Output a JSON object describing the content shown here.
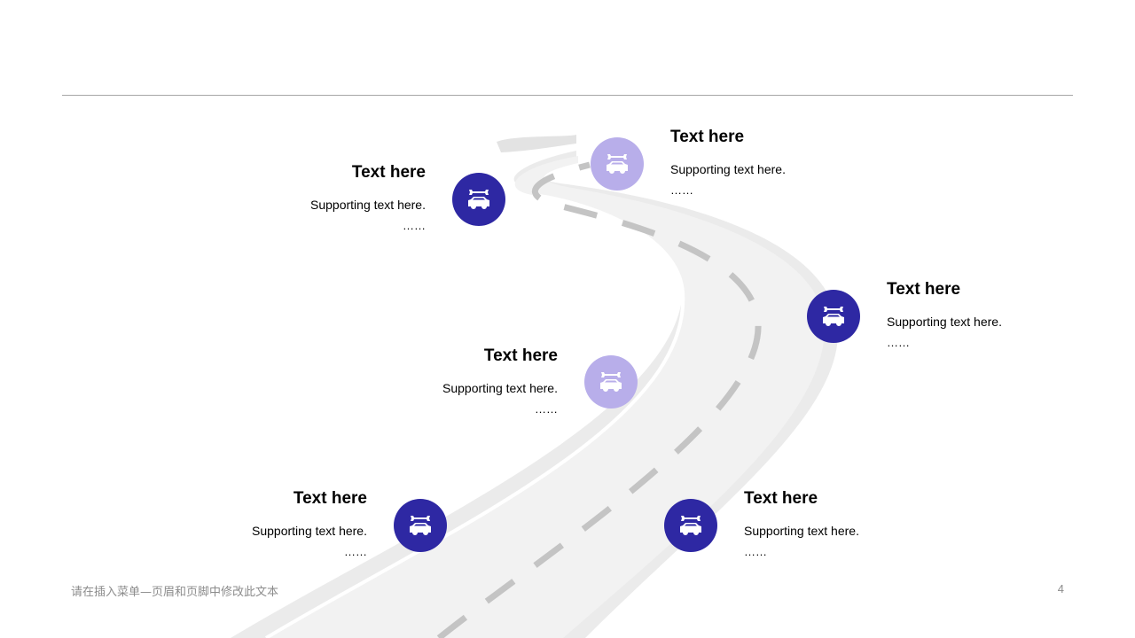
{
  "colors": {
    "dark_marker": "#2e28a3",
    "light_marker": "#b8aeea",
    "road": "#f2f2f2",
    "road_edge": "#e6e6e6",
    "dash": "#c4c4c4"
  },
  "milestones": [
    {
      "title": "Text here",
      "support": "Supporting  text here.",
      "dots": "……",
      "marker": "dark",
      "icon": "car-repair-icon"
    },
    {
      "title": "Text here",
      "support": "Supporting  text here.",
      "dots": "……",
      "marker": "light",
      "icon": "car-repair-icon"
    },
    {
      "title": "Text here",
      "support": "Supporting  text here.",
      "dots": "……",
      "marker": "dark",
      "icon": "car-repair-icon"
    },
    {
      "title": "Text here",
      "support": "Supporting  text here.",
      "dots": "……",
      "marker": "light",
      "icon": "car-repair-icon"
    },
    {
      "title": "Text here",
      "support": "Supporting  text here.",
      "dots": "……",
      "marker": "dark",
      "icon": "car-repair-icon"
    },
    {
      "title": "Text here",
      "support": "Supporting  text here.",
      "dots": "……",
      "marker": "dark",
      "icon": "car-repair-icon"
    }
  ],
  "footer": {
    "text": "请在插入菜单—页眉和页脚中修改此文本",
    "page_number": "4"
  }
}
